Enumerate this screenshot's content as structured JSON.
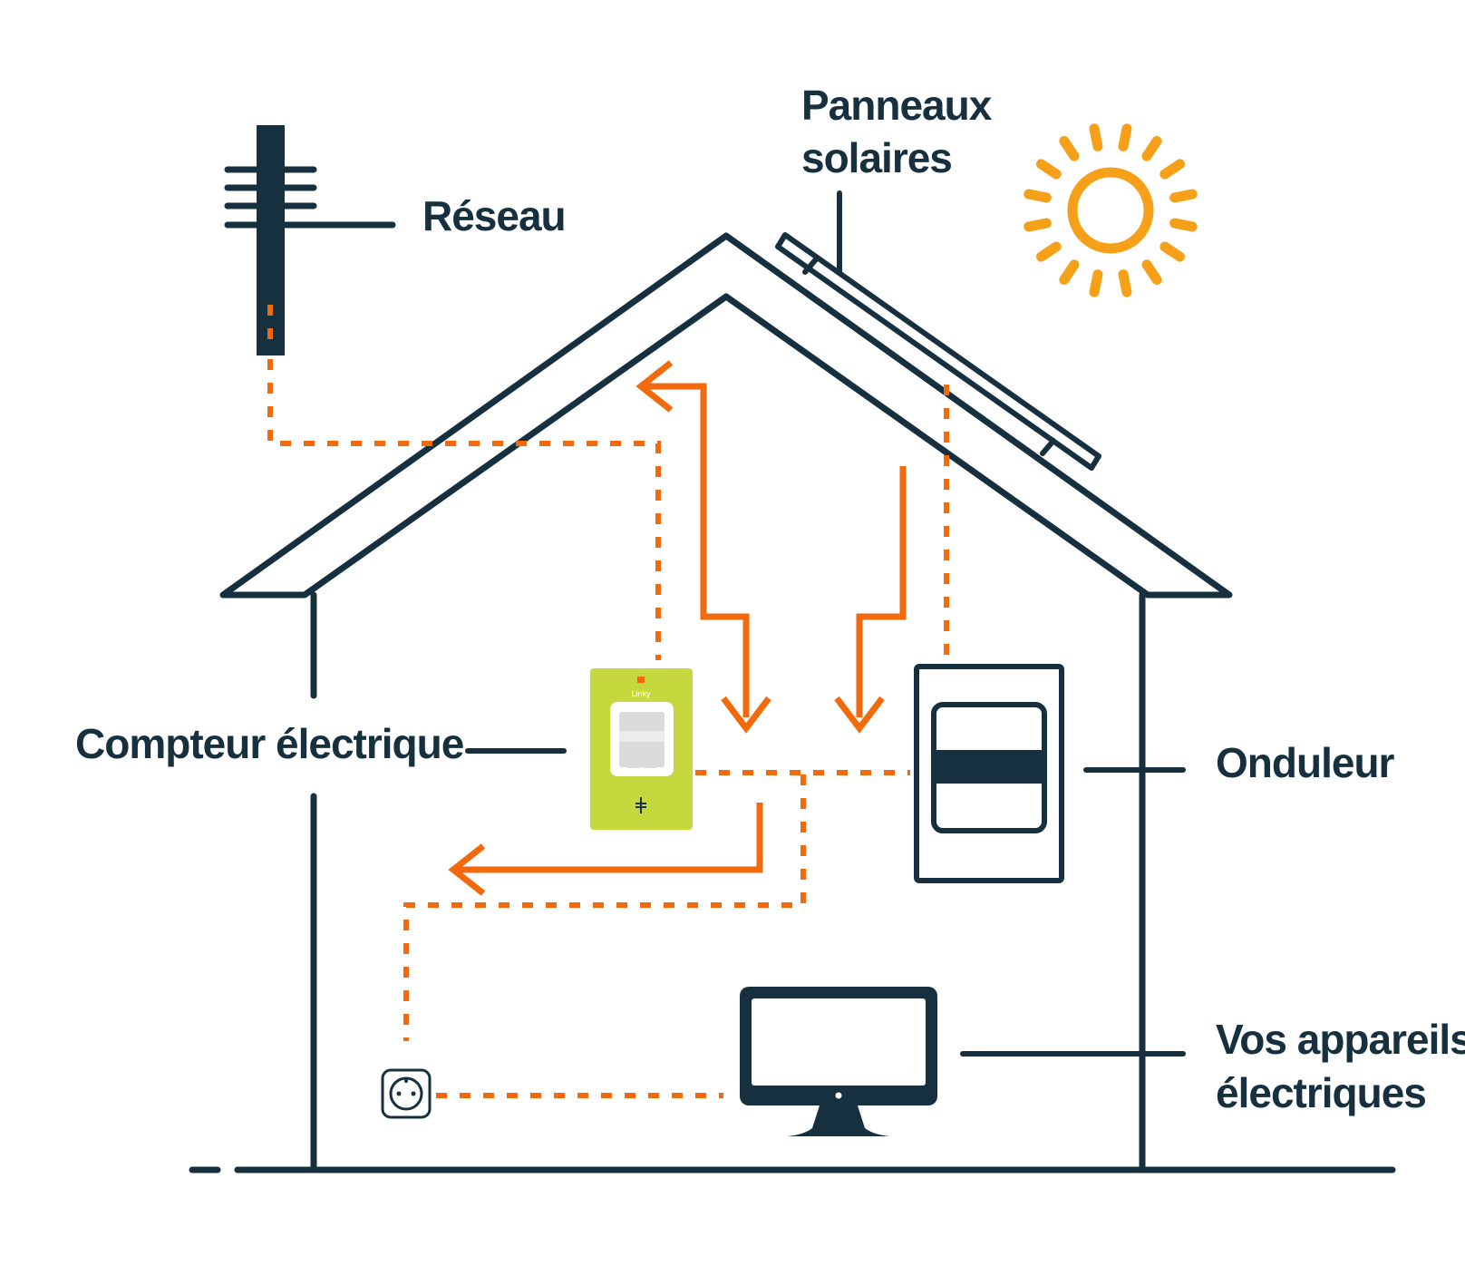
{
  "labels": {
    "network": "Réseau",
    "solar_panels_line1": "Panneaux",
    "solar_panels_line2": "solaires",
    "meter": "Compteur électrique",
    "inverter": "Onduleur",
    "appliances_line1": "Vos appareils",
    "appliances_line2": "électriques"
  },
  "meter_brand": "Linky",
  "colors": {
    "outline": "#16303f",
    "flow": "#f26a0c",
    "sun": "#f6a01a",
    "meter_body": "#c5d93f"
  },
  "icons": [
    "utility-pole-icon",
    "solar-panel-icon",
    "sun-icon",
    "electric-meter-icon",
    "inverter-icon",
    "wall-socket-icon",
    "monitor-icon"
  ]
}
